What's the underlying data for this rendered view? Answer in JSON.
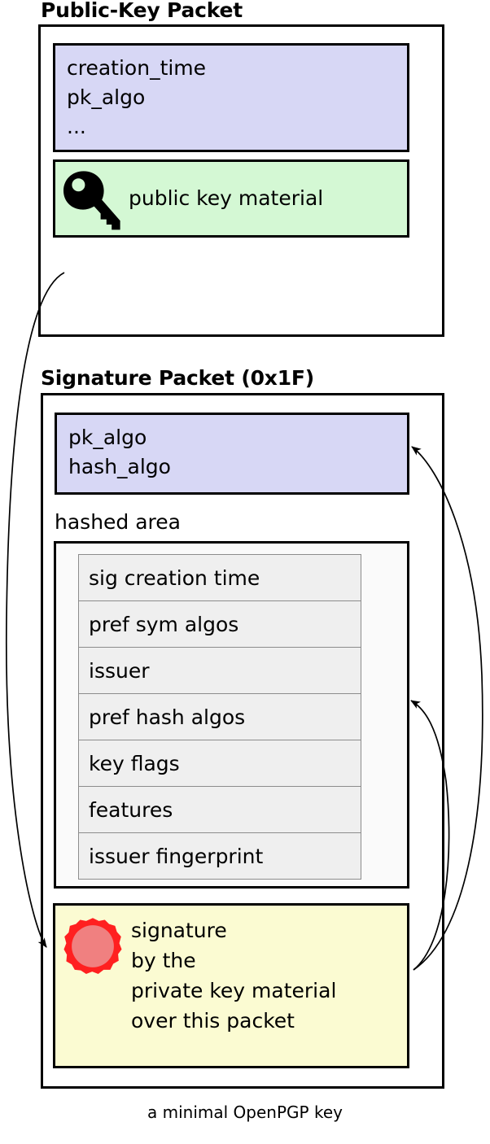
{
  "caption": "a minimal OpenPGP key",
  "packets": {
    "public_key": {
      "title": "Public-Key Packet",
      "meta_block": {
        "icon": "none",
        "text": "creation_time\npk_algo\n...",
        "color": "#d7d7f5"
      },
      "material_block": {
        "icon": "key-icon",
        "label": "public key material",
        "color": "#d4f8d4"
      }
    },
    "signature": {
      "title": "Signature Packet (0x1F)",
      "algo_block": {
        "text": "pk_algo\nhash_algo",
        "color": "#d7d7f5"
      },
      "hashed_area": {
        "label": "hashed area",
        "subpackets": [
          "sig creation time",
          "pref sym algos",
          "issuer",
          "pref hash algos",
          "key flags",
          "features",
          "issuer fingerprint"
        ],
        "row_color": "#efefef",
        "box_color": "#fafafa"
      },
      "signature_block": {
        "icon": "seal-icon",
        "text": "signature\nby the\nprivate key material\nover this packet",
        "color": "#fbfbd2",
        "seal_outer_color": "#ff2020",
        "seal_inner_color": "#f08080"
      }
    }
  },
  "arrows": [
    {
      "name": "arrow-pubkey-to-signature",
      "from": "public-key-packet",
      "to": "signature-block"
    },
    {
      "name": "arrow-signature-to-algo-block",
      "from": "signature-block",
      "to": "sig-algo-block"
    },
    {
      "name": "arrow-signature-to-hashed-area",
      "from": "signature-block",
      "to": "hashed-area-box"
    }
  ]
}
